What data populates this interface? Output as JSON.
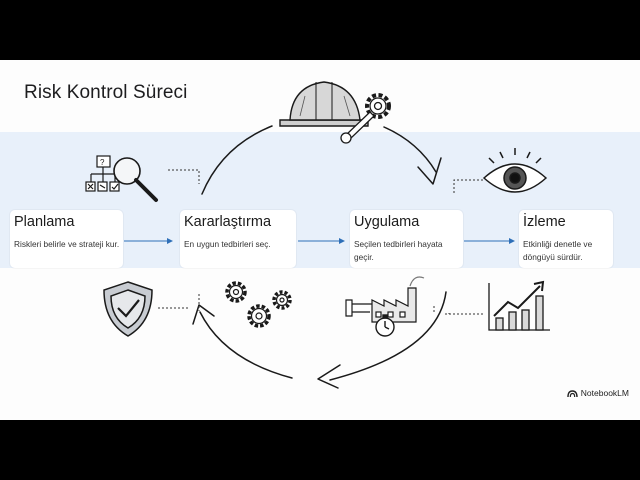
{
  "title": "Risk Kontrol Süreci",
  "steps": [
    {
      "title": "Planlama",
      "desc": "Riskleri belirle ve strateji kur."
    },
    {
      "title": "Kararlaştırma",
      "desc": "En uygun tedbirleri seç."
    },
    {
      "title": "Uygulama",
      "desc": "Seçilen tedbirleri hayata geçir."
    },
    {
      "title": "İzleme",
      "desc": "Etkinliği denetle ve döngüyü sürdür."
    }
  ],
  "brand": "NotebookLM",
  "icons": [
    "hard-hat-icon",
    "gear-icon",
    "wrench-icon",
    "decision-tree-icon",
    "magnifier-icon",
    "eye-icon",
    "shield-check-icon",
    "gears-icon",
    "factory-icon",
    "stopwatch-icon",
    "bar-chart-icon"
  ],
  "colors": {
    "band": "#e8f0fa",
    "connector": "#2e6fb8",
    "ink": "#1d1d1f"
  }
}
